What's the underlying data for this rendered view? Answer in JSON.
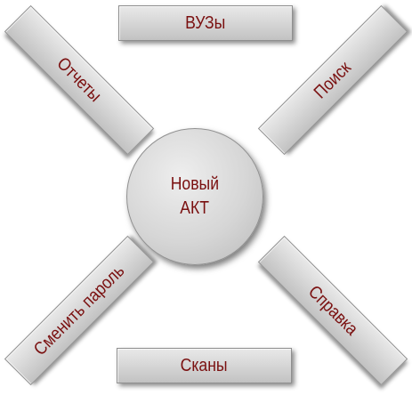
{
  "menu": {
    "top_label": "ВУЗы",
    "bottom_label": "Сканы",
    "top_left_label": "Отчеты",
    "top_right_label": "Поиск",
    "bottom_left_label": "Сменить пароль",
    "bottom_right_label": "Справка",
    "center_line1": "Новый",
    "center_line2": "АКТ"
  },
  "colors": {
    "label_text": "#7a1010",
    "button_face": "#d8d8d8",
    "background": "#ffffff"
  }
}
